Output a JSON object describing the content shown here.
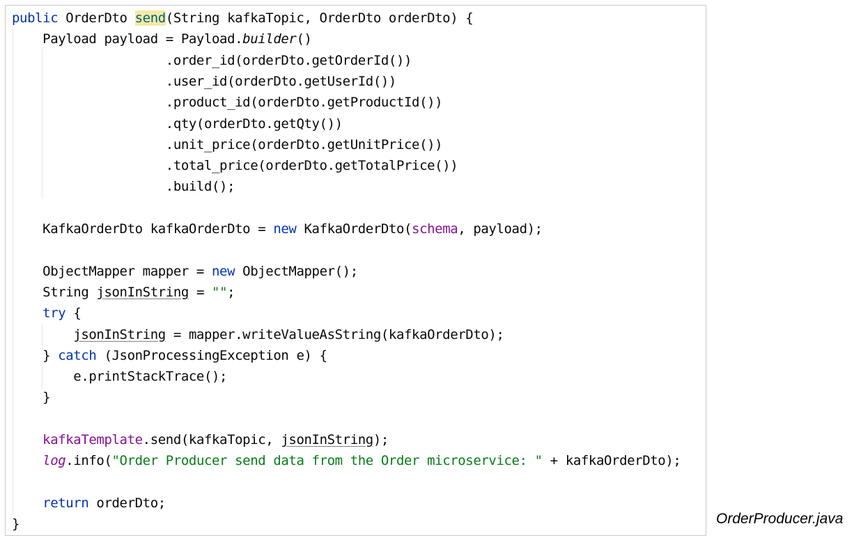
{
  "code_lines": [
    {
      "segments": [
        {
          "t": "public",
          "c": "kw"
        },
        {
          "t": " OrderDto "
        },
        {
          "t": "send",
          "c": "hl"
        },
        {
          "t": "(String kafkaTopic, OrderDto orderDto) {"
        }
      ]
    },
    {
      "segments": [
        {
          "t": "    Payload payload = Payload."
        },
        {
          "t": "builder",
          "c": "it"
        },
        {
          "t": "()"
        }
      ]
    },
    {
      "segments": [
        {
          "t": "                    .order_id(orderDto.getOrderId())"
        }
      ]
    },
    {
      "segments": [
        {
          "t": "                    .user_id(orderDto.getUserId())"
        }
      ]
    },
    {
      "segments": [
        {
          "t": "                    .product_id(orderDto.getProductId())"
        }
      ]
    },
    {
      "segments": [
        {
          "t": "                    .qty(orderDto.getQty())"
        }
      ]
    },
    {
      "segments": [
        {
          "t": "                    .unit_price(orderDto.getUnitPrice())"
        }
      ]
    },
    {
      "segments": [
        {
          "t": "                    .total_price(orderDto.getTotalPrice())"
        }
      ]
    },
    {
      "segments": [
        {
          "t": "                    .build();"
        }
      ]
    },
    {
      "segments": [
        {
          "t": ""
        }
      ]
    },
    {
      "segments": [
        {
          "t": "    KafkaOrderDto kafkaOrderDto = "
        },
        {
          "t": "new",
          "c": "kw"
        },
        {
          "t": " KafkaOrderDto("
        },
        {
          "t": "schema",
          "c": "fld"
        },
        {
          "t": ", payload);"
        }
      ]
    },
    {
      "segments": [
        {
          "t": ""
        }
      ]
    },
    {
      "segments": [
        {
          "t": "    ObjectMapper mapper = "
        },
        {
          "t": "new",
          "c": "kw"
        },
        {
          "t": " ObjectMapper();"
        }
      ]
    },
    {
      "segments": [
        {
          "t": "    String "
        },
        {
          "t": "jsonInString",
          "c": "ul"
        },
        {
          "t": " = "
        },
        {
          "t": "\"\"",
          "c": "str"
        },
        {
          "t": ";"
        }
      ]
    },
    {
      "segments": [
        {
          "t": "    "
        },
        {
          "t": "try",
          "c": "kw"
        },
        {
          "t": " {"
        }
      ]
    },
    {
      "segments": [
        {
          "t": "        "
        },
        {
          "t": "jsonInString",
          "c": "ul"
        },
        {
          "t": " = mapper.writeValueAsString(kafkaOrderDto);"
        }
      ]
    },
    {
      "segments": [
        {
          "t": "    } "
        },
        {
          "t": "catch",
          "c": "kw"
        },
        {
          "t": " (JsonProcessingException e) {"
        }
      ]
    },
    {
      "segments": [
        {
          "t": "        e.printStackTrace();"
        }
      ]
    },
    {
      "segments": [
        {
          "t": "    }"
        }
      ]
    },
    {
      "segments": [
        {
          "t": ""
        }
      ]
    },
    {
      "segments": [
        {
          "t": "    "
        },
        {
          "t": "kafkaTemplate",
          "c": "fld"
        },
        {
          "t": ".send(kafkaTopic, "
        },
        {
          "t": "jsonInString",
          "c": "ul"
        },
        {
          "t": ");"
        }
      ]
    },
    {
      "segments": [
        {
          "t": "    "
        },
        {
          "t": "log",
          "c": "fld it"
        },
        {
          "t": ".info("
        },
        {
          "t": "\"Order Producer send data from the Order microservice: \"",
          "c": "str"
        },
        {
          "t": " + kafkaOrderDto);"
        }
      ]
    },
    {
      "segments": [
        {
          "t": ""
        }
      ]
    },
    {
      "segments": [
        {
          "t": "    "
        },
        {
          "t": "return",
          "c": "kw"
        },
        {
          "t": " orderDto;"
        }
      ]
    },
    {
      "segments": [
        {
          "t": "}"
        }
      ]
    }
  ],
  "caption": {
    "filename": "OrderProducer.java"
  },
  "colors": {
    "keyword": "#0033b3",
    "field": "#871094",
    "string": "#067d17",
    "method_highlight_bg": "#f5eaa6",
    "text": "#080808"
  }
}
